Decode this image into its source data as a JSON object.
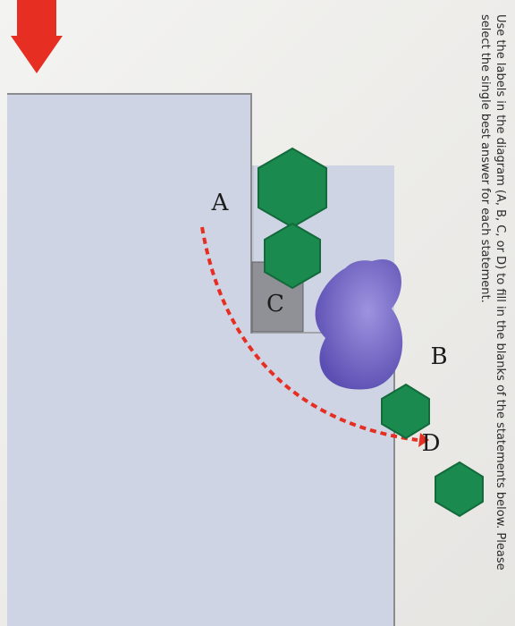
{
  "instructions": "Use the labels in the diagram (A, B, C, or D) to fill in the blanks of the statements below. Please select the single best answer for each statement.",
  "labels": {
    "A": "A",
    "B": "B",
    "C": "C",
    "D": "D"
  },
  "colors": {
    "arrow": "#e62f22",
    "molecule": "#1a8a4f",
    "enzyme": "#6f64c8",
    "cell": "#ced4e3",
    "protein": "#8f9196"
  }
}
